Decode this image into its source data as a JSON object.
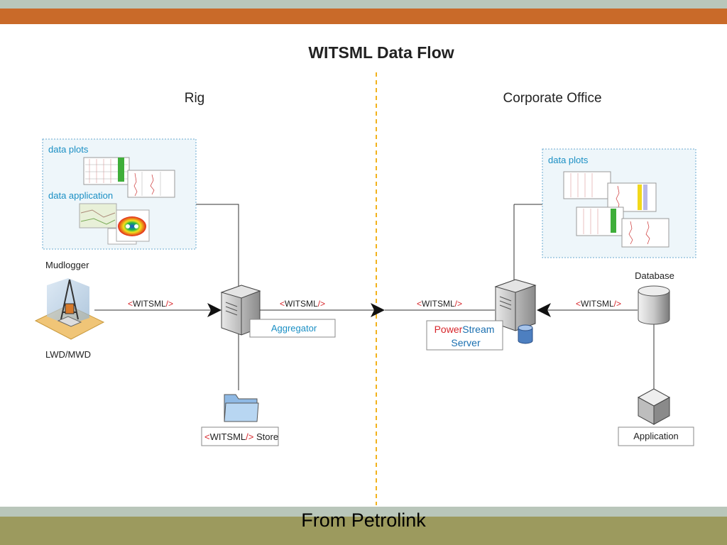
{
  "title": "WITSML Data Flow",
  "sections": {
    "left": "Rig",
    "right": "Corporate Office"
  },
  "rig": {
    "data_plots": "data plots",
    "data_application": "data application",
    "mudlogger": "Mudlogger",
    "lwd_mwd": "LWD/MWD",
    "aggregator": "Aggregator",
    "store_prefix": "<WITSML/>",
    "store_suffix": " Store"
  },
  "office": {
    "data_plots": "data plots",
    "database": "Database",
    "application": "Application",
    "server_power": "Power",
    "server_stream": "Stream",
    "server_label": "Server"
  },
  "witsml": {
    "tag_open": "<",
    "tag_text": "WITSML",
    "tag_close": "/>"
  },
  "caption": "From Petrolink",
  "colors": {
    "accent_orange": "#c96a29",
    "stripe": "#b9c6ba",
    "footer": "#9c9a5e",
    "link_blue": "#1a8fc4",
    "tag_red": "#d7262b",
    "divider": "#f2b21c"
  },
  "icons": [
    "rig-icon",
    "server-icon",
    "folder-icon",
    "database-icon",
    "cube-icon",
    "arrow-icon"
  ]
}
